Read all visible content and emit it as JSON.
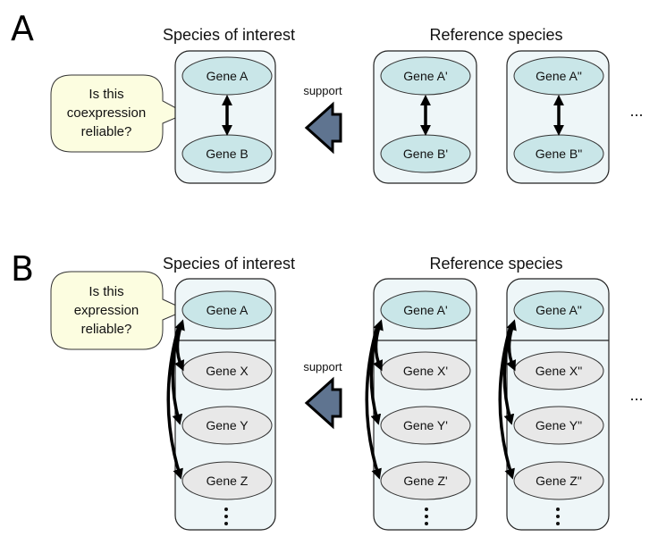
{
  "panels": [
    {
      "letter": "A",
      "callout": [
        "Is this",
        "coexpression",
        "reliable?"
      ],
      "species_of_interest_label": "Species of interest",
      "reference_species_label": "Reference species",
      "support_label": "support",
      "continuation": "...",
      "species_of_interest": {
        "genes": [
          "Gene A",
          "Gene B"
        ]
      },
      "reference_species": [
        {
          "genes": [
            "Gene A'",
            "Gene B'"
          ]
        },
        {
          "genes": [
            "Gene A\"",
            "Gene B\""
          ]
        }
      ]
    },
    {
      "letter": "B",
      "callout": [
        "Is this",
        "expression",
        "reliable?"
      ],
      "species_of_interest_label": "Species of interest",
      "reference_species_label": "Reference species",
      "support_label": "support",
      "continuation": "...",
      "species_of_interest": {
        "genes": [
          "Gene A",
          "Gene X",
          "Gene Y",
          "Gene Z"
        ]
      },
      "reference_species": [
        {
          "genes": [
            "Gene A'",
            "Gene X'",
            "Gene Y'",
            "Gene Z'"
          ]
        },
        {
          "genes": [
            "Gene A\"",
            "Gene X\"",
            "Gene Y\"",
            "Gene Z\""
          ]
        }
      ]
    }
  ],
  "colors": {
    "box_fill": "#eef6f8",
    "target_gene_fill": "#c9e6e8",
    "other_gene_fill": "#e8e8e8",
    "callout_fill": "#fcfde0",
    "support_arrow_fill": "#5f7490"
  }
}
